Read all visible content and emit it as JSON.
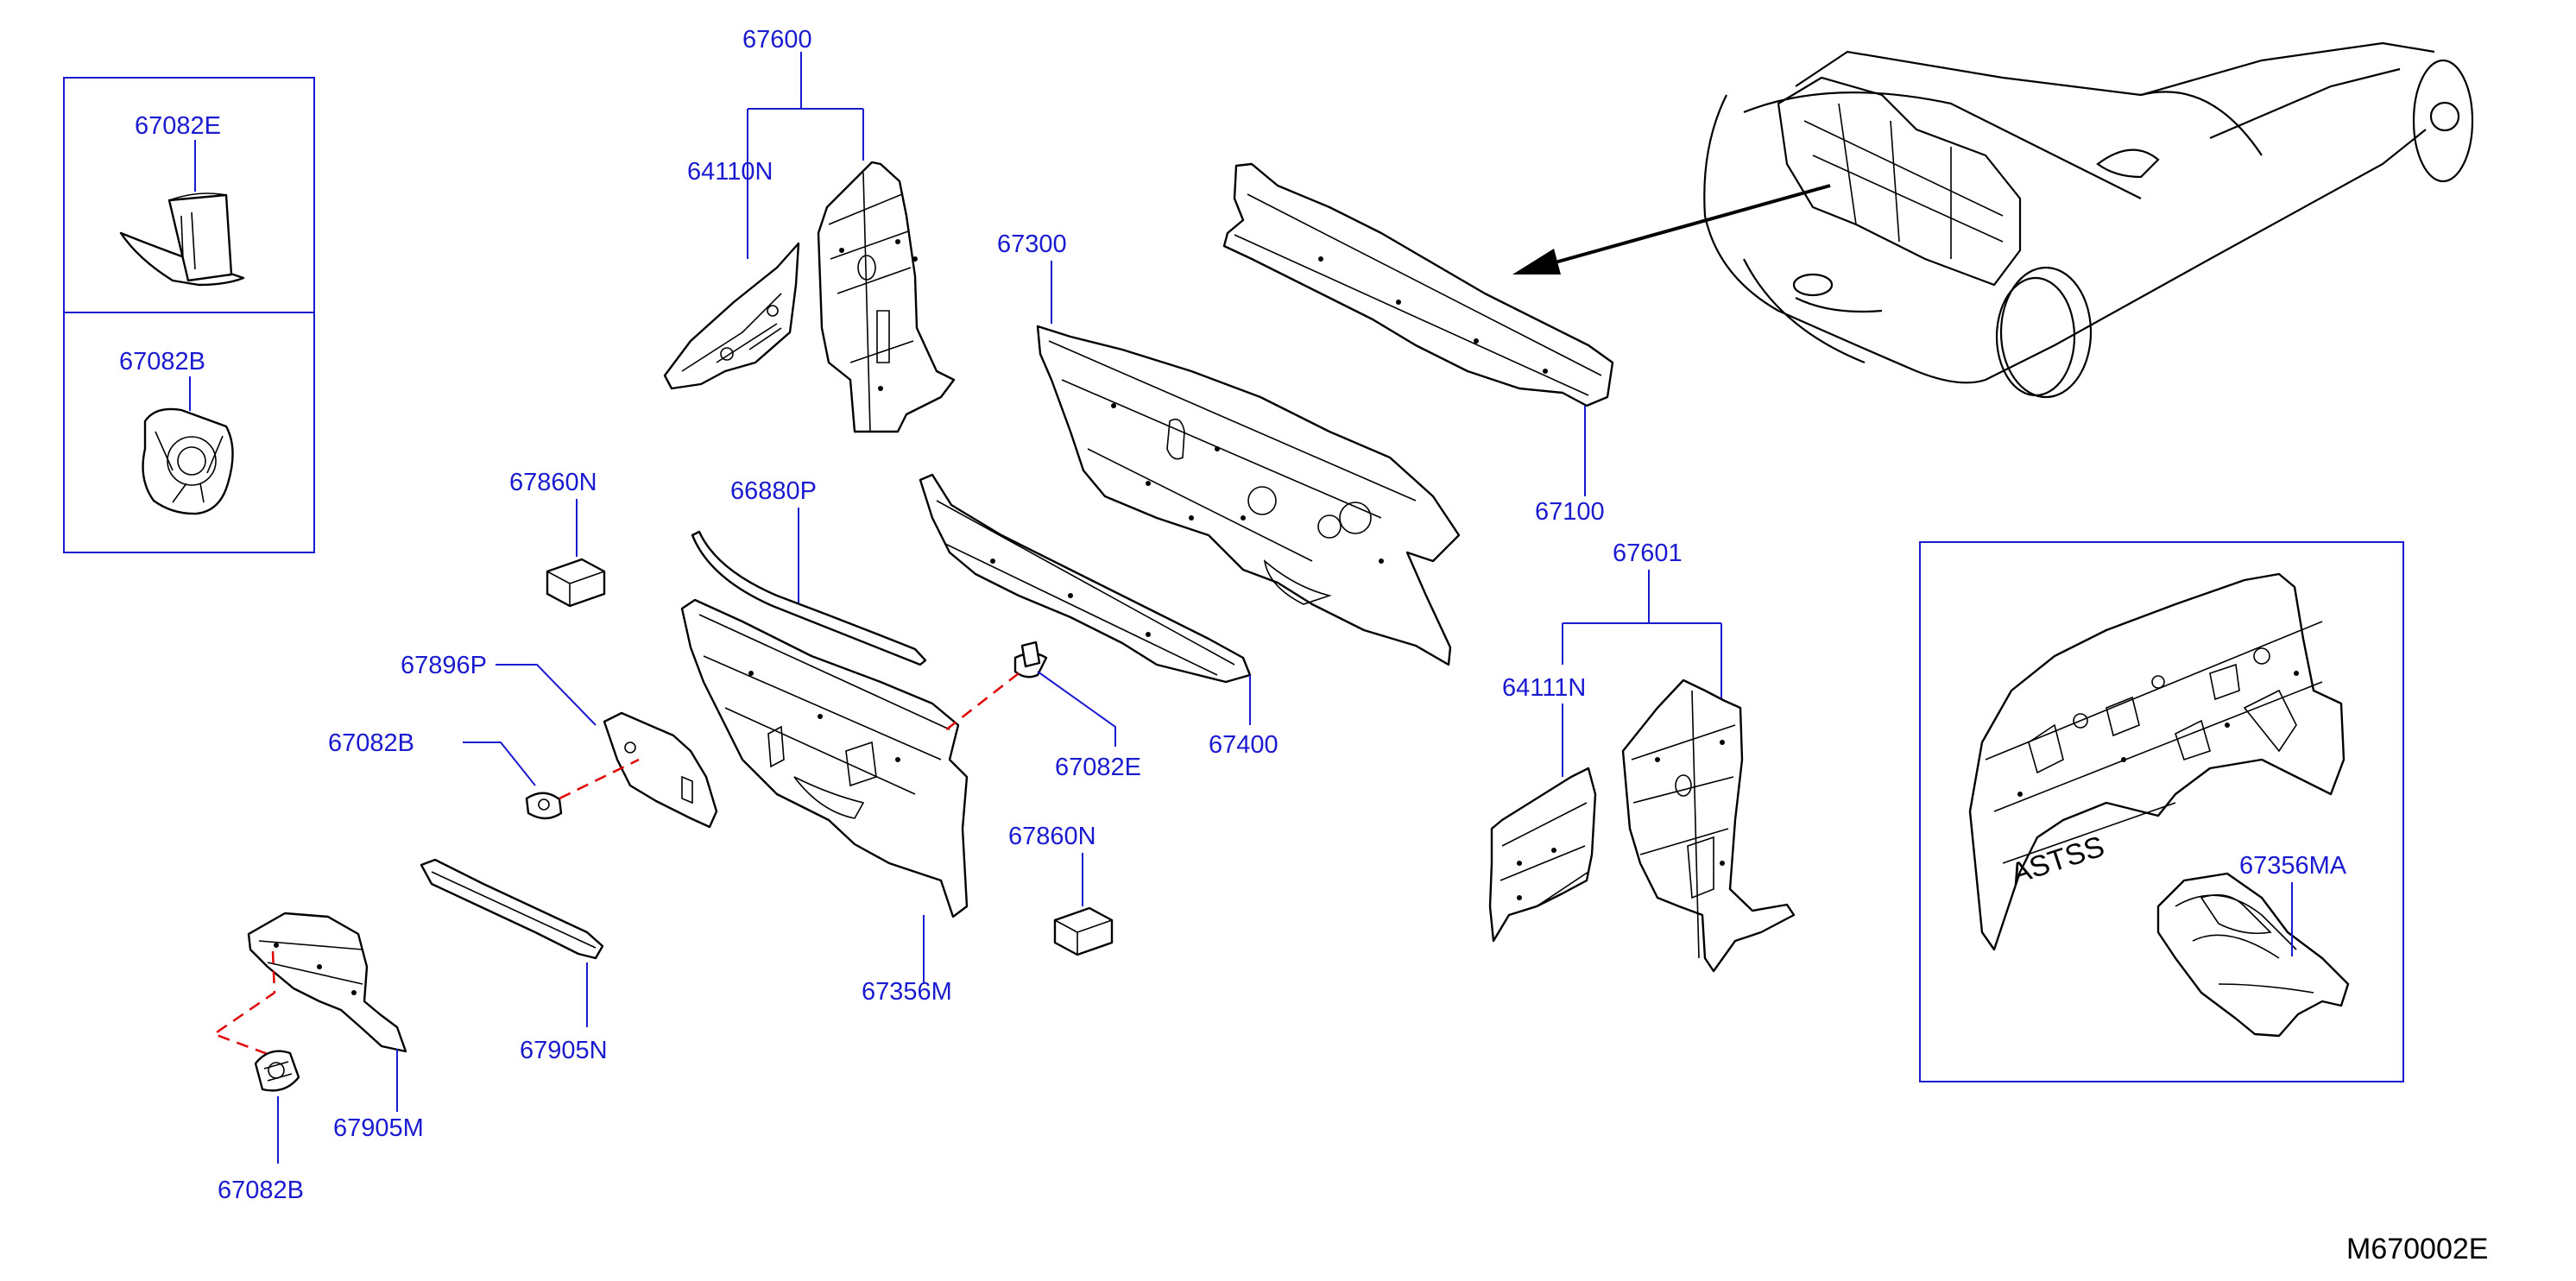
{
  "diagram_code": "M670002E",
  "callouts": {
    "c67082E_top": "67082E",
    "c67082B_top": "67082B",
    "c67600": "67600",
    "c64110N": "64110N",
    "c67300": "67300",
    "c67100": "67100",
    "c67860N_a": "67860N",
    "c66880P": "66880P",
    "c67896P": "67896P",
    "c67082B_mid": "67082B",
    "c67082E_mid": "67082E",
    "c67400": "67400",
    "c67860N_b": "67860N",
    "c67356M": "67356M",
    "c67905N": "67905N",
    "c67905M": "67905M",
    "c67082B_bot": "67082B",
    "c67601": "67601",
    "c64111N": "64111N",
    "c67356MA": "67356MA"
  },
  "stamps": {
    "insulator_stamp": "ASTSS"
  },
  "colors": {
    "callout": "#1a1ad0",
    "leader": "#1a1ad0",
    "dashed_link": "#e00000",
    "linework": "#000000"
  }
}
